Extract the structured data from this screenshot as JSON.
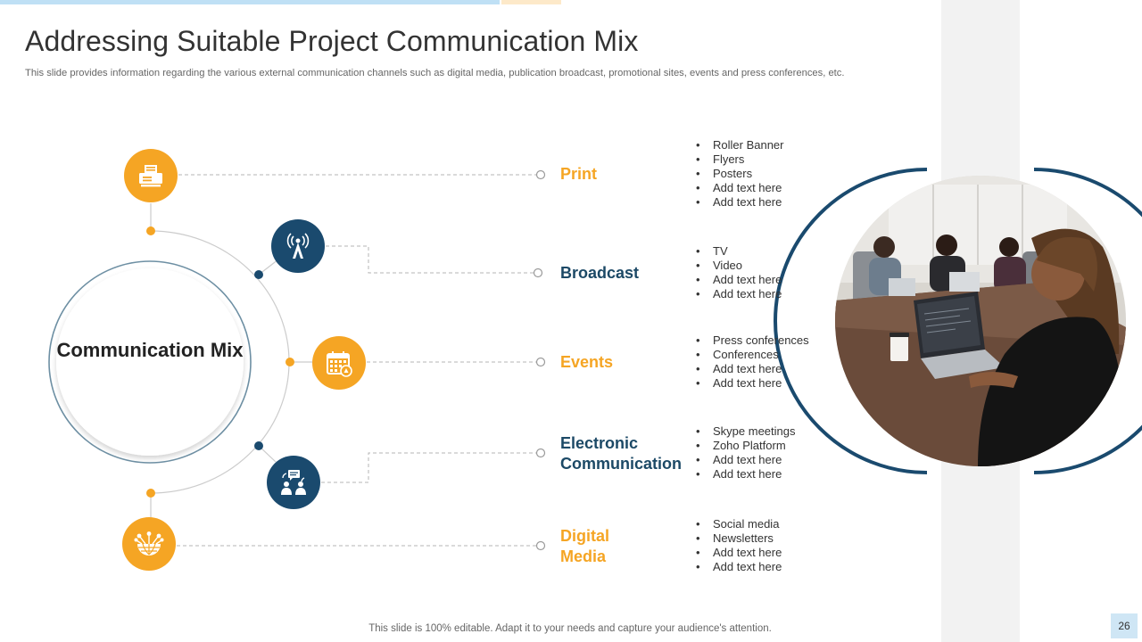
{
  "slide": {
    "title": "Addressing Suitable Project Communication Mix",
    "subtitle": "This slide provides information regarding the various external communication channels such as digital media, publication broadcast, promotional sites, events and press conferences, etc.",
    "center": "Communication Mix",
    "footer": "This slide is 100% editable. Adapt it to your needs and capture your audience's attention.",
    "page_number": "26"
  },
  "colors": {
    "orange": "#f5a524",
    "navy": "#1a4a6e",
    "label_navy": "#1c4966"
  },
  "channels": [
    {
      "label_lines": [
        "Print"
      ],
      "color": "orange",
      "icon": "printer-icon",
      "items": [
        "Roller Banner",
        "Flyers",
        "Posters",
        "Add text here",
        "Add text here"
      ]
    },
    {
      "label_lines": [
        "Broadcast"
      ],
      "color": "navy",
      "icon": "broadcast-tower-icon",
      "items": [
        "TV",
        "Video",
        "Add text here",
        "Add text here"
      ]
    },
    {
      "label_lines": [
        "Events"
      ],
      "color": "orange",
      "icon": "calendar-icon",
      "items": [
        "Press conferences",
        "Conferences",
        "Add text here",
        "Add text here"
      ]
    },
    {
      "label_lines": [
        "Electronic",
        "Communication"
      ],
      "color": "navy",
      "icon": "people-chat-icon",
      "items": [
        "Skype meetings",
        "Zoho Platform",
        "Add text here",
        "Add text here"
      ]
    },
    {
      "label_lines": [
        "Digital",
        "Media"
      ],
      "color": "orange",
      "icon": "globe-network-icon",
      "items": [
        "Social media",
        "Newsletters",
        "Add text here",
        "Add text here"
      ]
    }
  ]
}
